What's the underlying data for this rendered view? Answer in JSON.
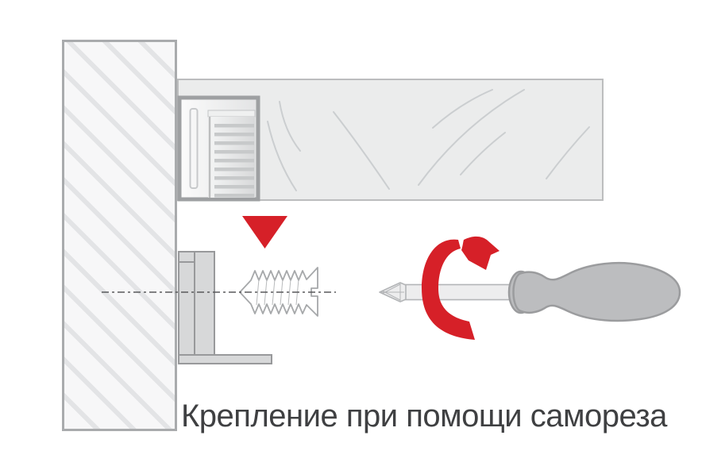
{
  "diagram": {
    "caption": "Крепление при помощи самореза",
    "elements": {
      "wall_board": "hatched wall cross-section board",
      "shelf_panel": "wood panel with grain curves",
      "connector_recess": "recess housing in panel",
      "threaded_sleeve": "embedded threaded sleeve barrel",
      "mounting_bracket": "L-shaped wall bracket",
      "center_axis": "dash-dot center line",
      "screw": "countersunk self-tapping screw",
      "pointer_triangle": "red downward pointer",
      "screwdriver": "screwdriver with bulb handle",
      "rotation_arrow": "red rotation ribbon arrow"
    }
  },
  "colors": {
    "background": "#ffffff",
    "accent_red": "#d62028",
    "outline_gray": "#a6a8aa",
    "wall_fill": "#f7f7f8",
    "hatch_stripe": "#e3e4e6",
    "panel_fill": "#ebecec",
    "grain_line": "#cbced0",
    "recess_border": "#9ea0a2",
    "bracket_fill": "#d7d8d9",
    "bracket_stroke": "#98999b",
    "handle_fill": "#bcbdbf",
    "handle_stroke": "#9b9c9e",
    "shaft_fill": "#ededee",
    "dash_line": "#58595b",
    "caption_text": "#3f4042"
  }
}
